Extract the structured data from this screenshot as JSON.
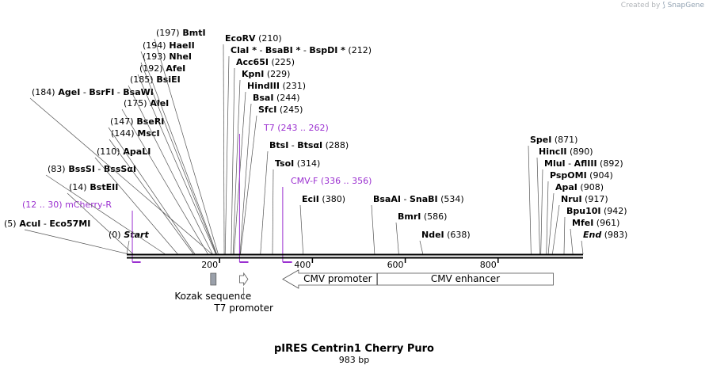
{
  "watermark": {
    "prefix": "Created by",
    "brand": "SnapGene"
  },
  "map": {
    "title": "pIRES Centrin1 Cherry Puro",
    "length_label": "983 bp",
    "sequence_length": 983,
    "axis_ticks": [
      {
        "pos": 200,
        "label": "200"
      },
      {
        "pos": 400,
        "label": "400"
      },
      {
        "pos": 600,
        "label": "600"
      },
      {
        "pos": 800,
        "label": "800"
      }
    ],
    "colors": {
      "primer": "#9b30d0",
      "enzyme": "#000000",
      "line": "#555555",
      "feature_fill": "#ffffff",
      "kozak_fill": "#9aa0aa"
    }
  },
  "sites": [
    {
      "name": "Start",
      "pos": 0,
      "label_pos": "(0)",
      "italic": true
    },
    {
      "name": "AcuI",
      "name2": "Eco57MI",
      "pos": 5,
      "label_pos": "(5)"
    },
    {
      "name": "mCherry-R",
      "primer": true,
      "pos": 12,
      "end": 30,
      "label_pos": "(12 .. 30)"
    },
    {
      "name": "BstEII",
      "pos": 14,
      "label_pos": "(14)"
    },
    {
      "name": "BssSI",
      "name2": "BssSαI",
      "pos": 83,
      "label_pos": "(83)"
    },
    {
      "name": "ApaLI",
      "pos": 110,
      "label_pos": "(110)"
    },
    {
      "name": "MscI",
      "pos": 144,
      "label_pos": "(144)"
    },
    {
      "name": "BseRI",
      "pos": 147,
      "label_pos": "(147)"
    },
    {
      "name": "AleI",
      "pos": 175,
      "label_pos": "(175)"
    },
    {
      "name": "AgeI",
      "name2": "BsrFI",
      "name3": "BsaWI",
      "pos": 184,
      "label_pos": "(184)"
    },
    {
      "name": "BsiEI",
      "pos": 185,
      "label_pos": "(185)"
    },
    {
      "name": "AfeI",
      "pos": 192,
      "label_pos": "(192)"
    },
    {
      "name": "NheI",
      "pos": 193,
      "label_pos": "(193)"
    },
    {
      "name": "HaeII",
      "pos": 194,
      "label_pos": "(194)"
    },
    {
      "name": "BmtI",
      "pos": 197,
      "label_pos": "(197)"
    },
    {
      "name": "EcoRV",
      "pos": 210,
      "label_pos": "(210)"
    },
    {
      "name": "ClaI *",
      "name2": "BsaBI *",
      "name3": "BspDI *",
      "pos": 212,
      "label_pos": "(212)"
    },
    {
      "name": "Acc65I",
      "pos": 225,
      "label_pos": "(225)"
    },
    {
      "name": "KpnI",
      "pos": 229,
      "label_pos": "(229)"
    },
    {
      "name": "HindIII",
      "pos": 231,
      "label_pos": "(231)"
    },
    {
      "name": "BsaI",
      "pos": 244,
      "label_pos": "(244)"
    },
    {
      "name": "SfcI",
      "pos": 245,
      "label_pos": "(245)"
    },
    {
      "name": "T7",
      "primer": true,
      "pos": 243,
      "end": 262,
      "label_pos": "(243 .. 262)"
    },
    {
      "name": "BtsI",
      "name2": "BtsαI",
      "pos": 288,
      "label_pos": "(288)"
    },
    {
      "name": "TsoI",
      "pos": 314,
      "label_pos": "(314)"
    },
    {
      "name": "CMV-F",
      "primer": true,
      "pos": 336,
      "end": 356,
      "label_pos": "(336 .. 356)"
    },
    {
      "name": "EciI",
      "pos": 380,
      "label_pos": "(380)"
    },
    {
      "name": "BsaAI",
      "name2": "SnaBI",
      "pos": 534,
      "label_pos": "(534)"
    },
    {
      "name": "BmrI",
      "pos": 586,
      "label_pos": "(586)"
    },
    {
      "name": "NdeI",
      "pos": 638,
      "label_pos": "(638)"
    },
    {
      "name": "SpeI",
      "pos": 871,
      "label_pos": "(871)"
    },
    {
      "name": "HincII",
      "pos": 890,
      "label_pos": "(890)"
    },
    {
      "name": "MluI",
      "name2": "AflIII",
      "pos": 892,
      "label_pos": "(892)"
    },
    {
      "name": "PspOMI",
      "pos": 904,
      "label_pos": "(904)"
    },
    {
      "name": "ApaI",
      "pos": 908,
      "label_pos": "(908)"
    },
    {
      "name": "NruI",
      "pos": 917,
      "label_pos": "(917)"
    },
    {
      "name": "Bpu10I",
      "pos": 942,
      "label_pos": "(942)"
    },
    {
      "name": "MfeI",
      "pos": 961,
      "label_pos": "(961)"
    },
    {
      "name": "End",
      "pos": 983,
      "label_pos": "(983)",
      "italic": true
    }
  ],
  "features": [
    {
      "name": "Kozak sequence",
      "type": "kozak",
      "start": 184,
      "end": 196
    },
    {
      "name": "T7 promoter",
      "type": "arrow_right",
      "start": 243,
      "end": 261
    },
    {
      "name": "CMV promoter",
      "type": "arrow_left",
      "start": 336,
      "end": 539
    },
    {
      "name": "CMV enhancer",
      "type": "box",
      "start": 540,
      "end": 919
    }
  ]
}
